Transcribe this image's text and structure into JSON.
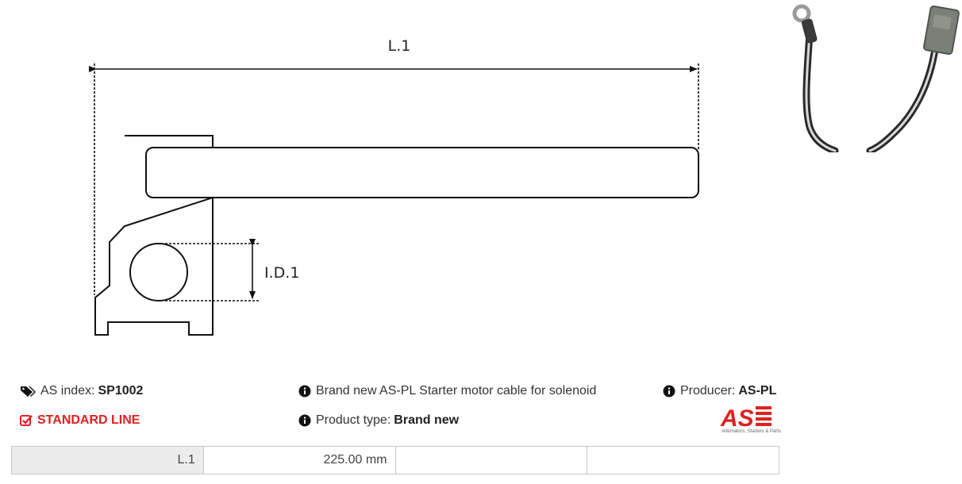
{
  "drawing": {
    "length_label": "L.1",
    "inner_diameter_label": "I.D.1"
  },
  "product": {
    "as_index_label": "AS index:",
    "as_index_value": "SP1002",
    "description": "Brand new AS-PL Starter motor cable for solenoid",
    "producer_label": "Producer:",
    "producer_value": "AS-PL",
    "line_label": "STANDARD LINE",
    "product_type_label": "Product type:",
    "product_type_value": "Brand new"
  },
  "logo": {
    "text": "AS",
    "slogan": "Alternators, Starters & Parts"
  },
  "specs": [
    {
      "label": "L.1",
      "value": "225.00 mm"
    }
  ],
  "colors": {
    "accent_red": "#e02020",
    "table_label_bg": "#ececec"
  },
  "icons": [
    "tags-icon",
    "check-square-icon",
    "info-circle-icon"
  ]
}
